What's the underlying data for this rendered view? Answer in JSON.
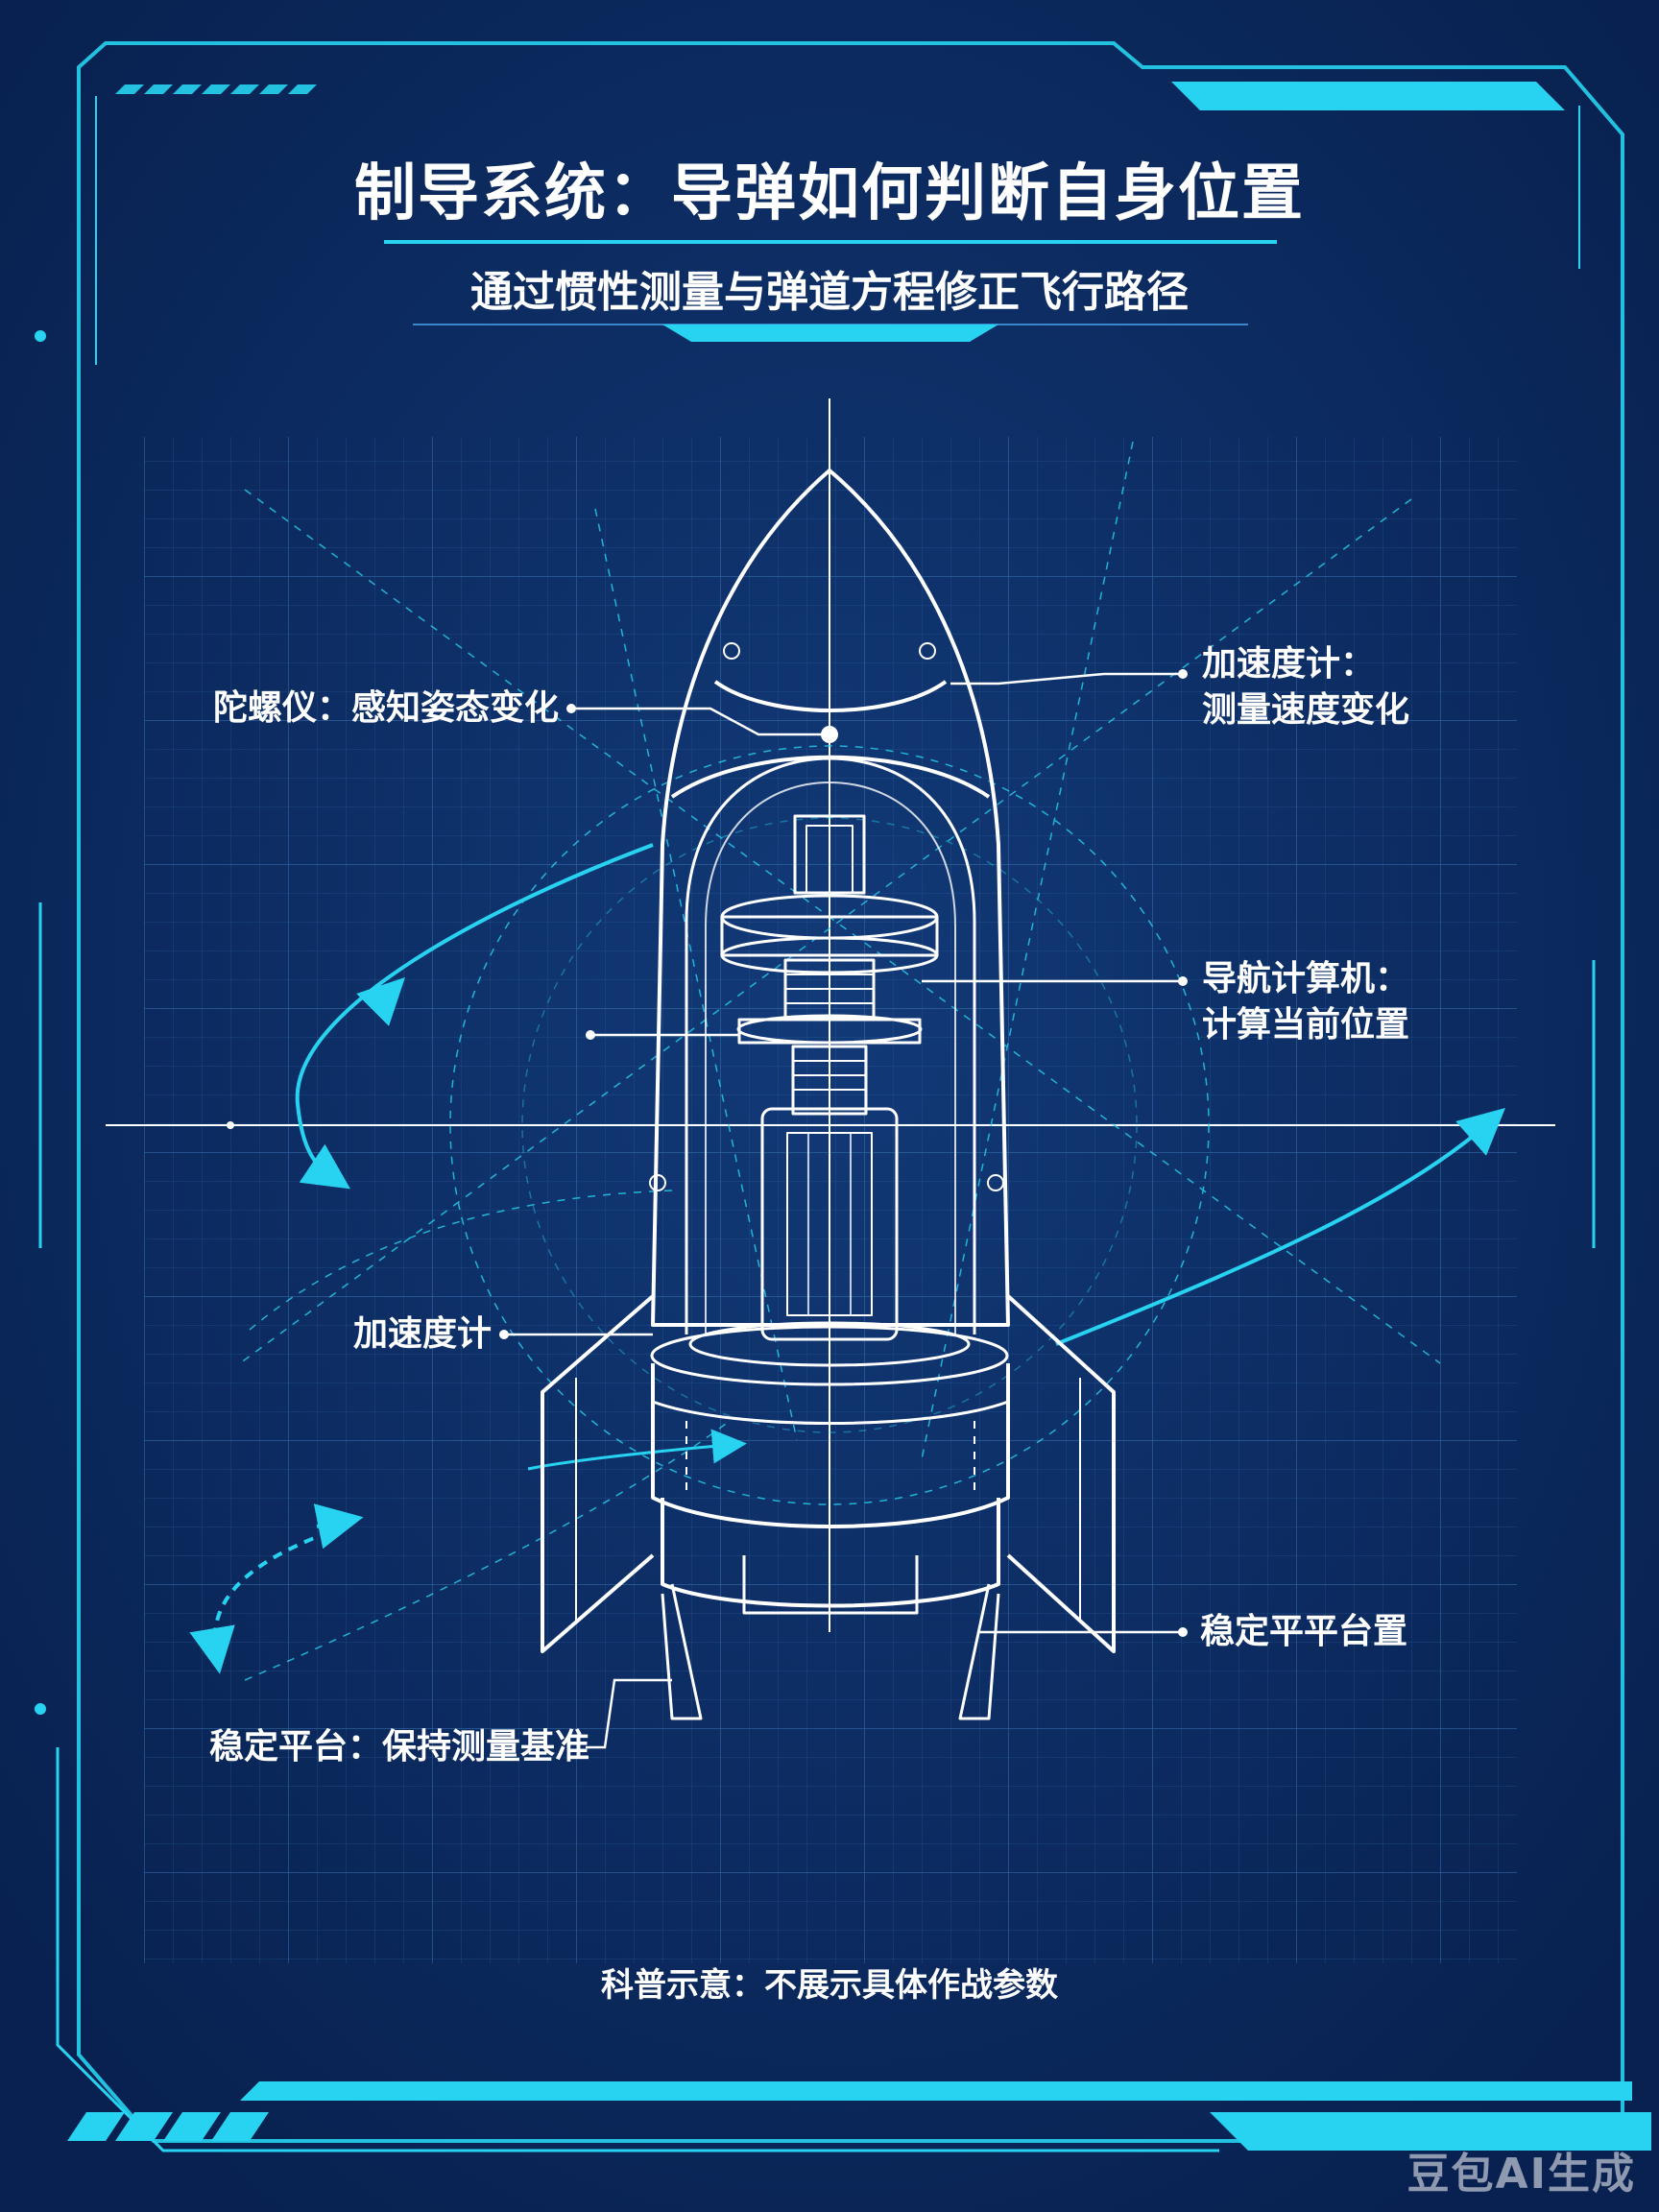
{
  "header": {
    "title": "制导系统：导弹如何判断自身位置",
    "subtitle": "通过惯性测量与弹道方程修正飞行路径"
  },
  "callouts": {
    "gyroscope": "陀螺仪：感知姿态变化",
    "accelerometer_top_line1": "加速度计：",
    "accelerometer_top_line2": "测量速度变化",
    "nav_computer_line1": "导航计算机：",
    "nav_computer_line2": "计算当前位置",
    "accelerometer_left": "加速度计",
    "stable_platform_right": "稳定平平台置",
    "stable_platform_left": "稳定平台：保持测量基准"
  },
  "footer": {
    "note": "科普示意：不展示具体作战参数",
    "watermark": "豆包AI生成"
  },
  "colors": {
    "background": "#0b2a5a",
    "grid": "#2a5f9a",
    "accent_cyan": "#27d3f0",
    "line_white": "#ffffff"
  }
}
